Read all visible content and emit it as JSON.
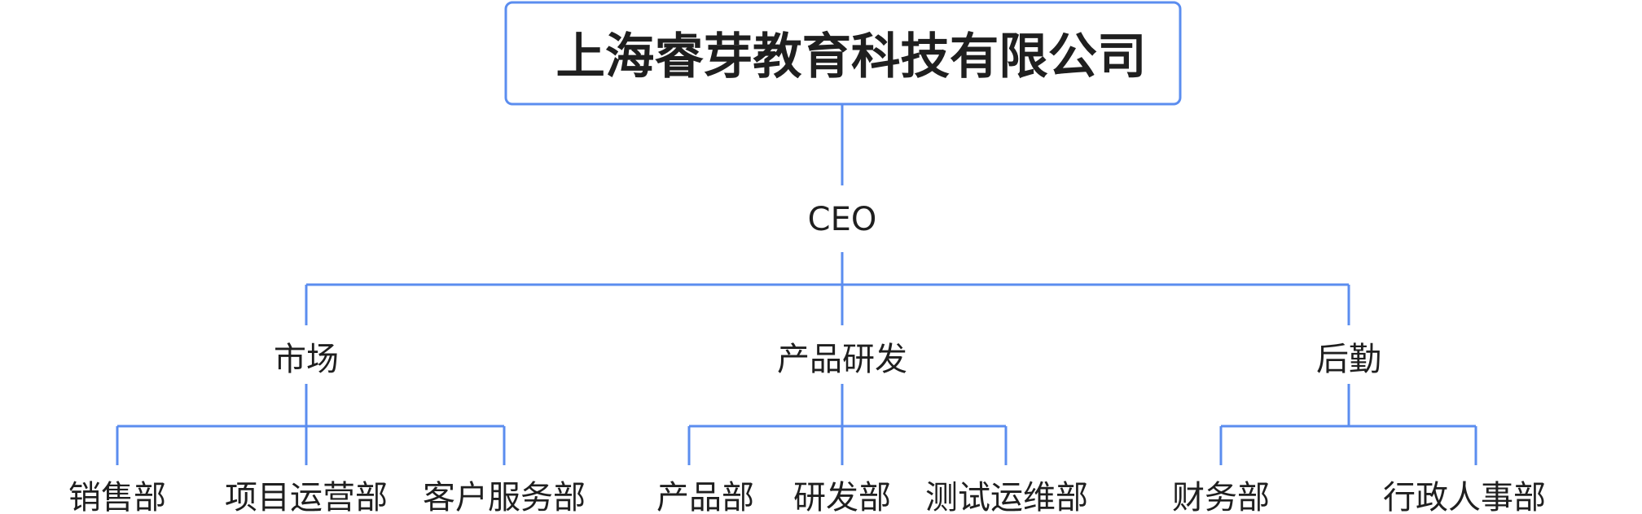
{
  "colors": {
    "connector": "#5b8def",
    "text": "#1f1f1f",
    "background": "#ffffff"
  },
  "root": {
    "label": "上海睿芽教育科技有限公司"
  },
  "ceo": {
    "label": "CEO"
  },
  "departments": [
    {
      "label": "市场",
      "units": [
        {
          "label": "销售部"
        },
        {
          "label": "项目运营部"
        },
        {
          "label": "客户服务部"
        }
      ]
    },
    {
      "label": "产品研发",
      "units": [
        {
          "label": "产品部"
        },
        {
          "label": "研发部"
        },
        {
          "label": "测试运维部"
        }
      ]
    },
    {
      "label": "后勤",
      "units": [
        {
          "label": "财务部"
        },
        {
          "label": "行政人事部"
        }
      ]
    }
  ]
}
